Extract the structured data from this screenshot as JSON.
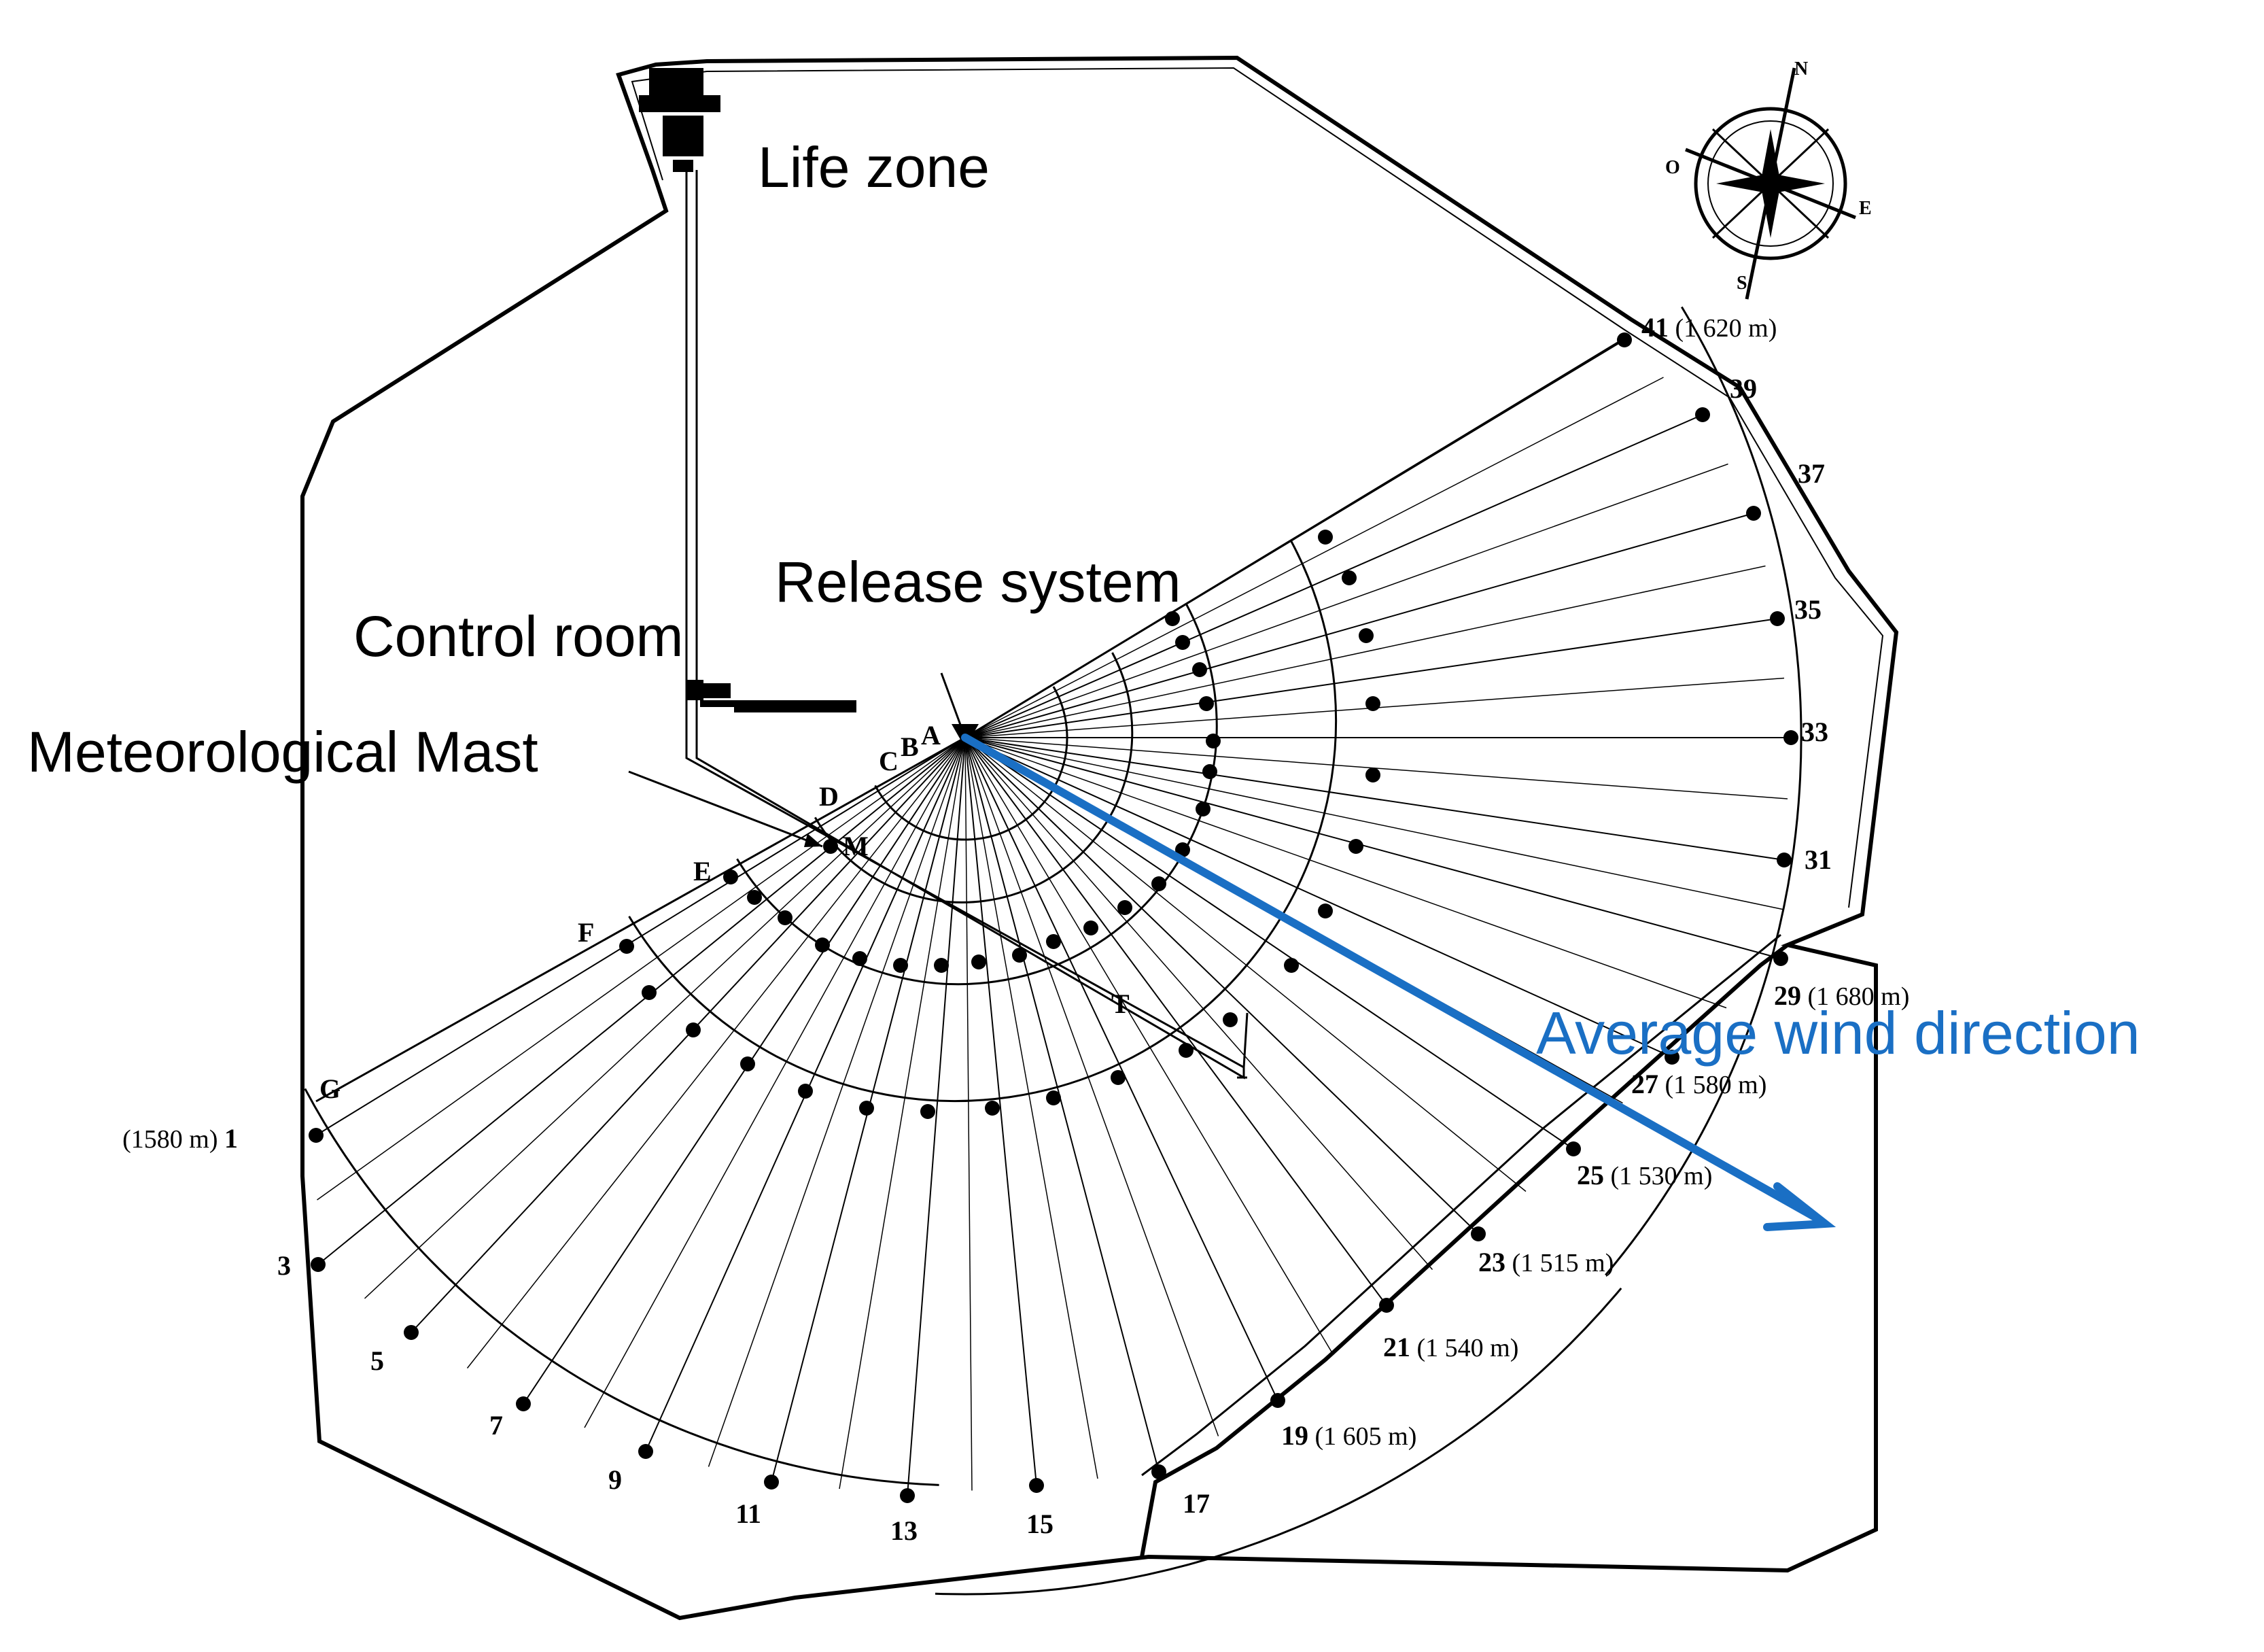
{
  "labels": {
    "life_zone": "Life zone",
    "release_system": "Release system",
    "control_room": "Control room",
    "met_mast": "Meteorological Mast",
    "wind": "Average wind direction"
  },
  "colors": {
    "wind_arrow": "#1a6fc4",
    "lines": "#000000"
  },
  "letters": [
    "A",
    "B",
    "C",
    "D",
    "E",
    "F",
    "G",
    "M",
    "T"
  ],
  "compass": {
    "n": "N",
    "s": "S",
    "e": "E",
    "w": "O"
  },
  "points": [
    {
      "n": "1",
      "dist": "(1580 m)"
    },
    {
      "n": "3",
      "dist": ""
    },
    {
      "n": "5",
      "dist": ""
    },
    {
      "n": "7",
      "dist": ""
    },
    {
      "n": "9",
      "dist": ""
    },
    {
      "n": "11",
      "dist": ""
    },
    {
      "n": "13",
      "dist": ""
    },
    {
      "n": "15",
      "dist": ""
    },
    {
      "n": "17",
      "dist": ""
    },
    {
      "n": "19",
      "dist": "(1 605 m)"
    },
    {
      "n": "21",
      "dist": "(1 540 m)"
    },
    {
      "n": "23",
      "dist": "(1 515 m)"
    },
    {
      "n": "25",
      "dist": "(1 530 m)"
    },
    {
      "n": "27",
      "dist": "(1 580 m)"
    },
    {
      "n": "29",
      "dist": "(1 680 m)"
    },
    {
      "n": "31",
      "dist": ""
    },
    {
      "n": "33",
      "dist": ""
    },
    {
      "n": "35",
      "dist": ""
    },
    {
      "n": "37",
      "dist": ""
    },
    {
      "n": "39",
      "dist": ""
    },
    {
      "n": "41",
      "dist": "(1 620 m)"
    }
  ]
}
